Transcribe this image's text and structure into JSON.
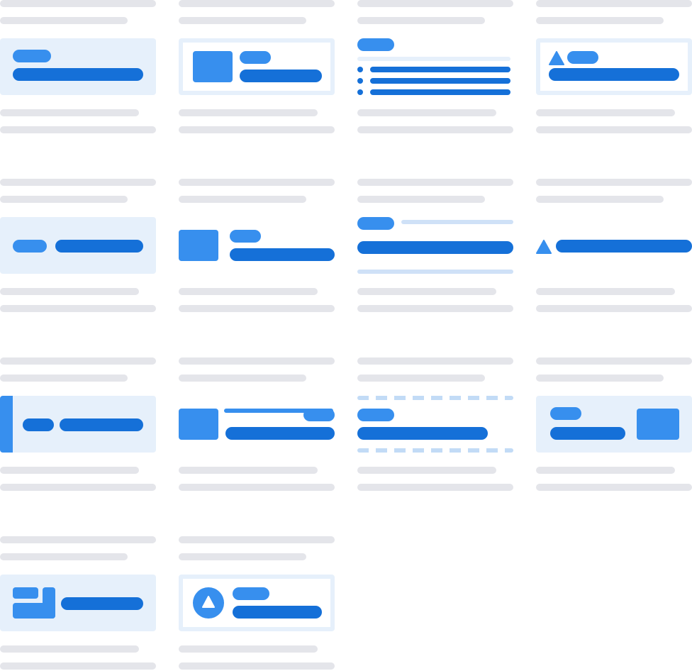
{
  "palette": {
    "card_background": "#e6f0fb",
    "primary_dark": "#1570d8",
    "primary_mid": "#378fee",
    "placeholder_gray": "#e4e5ea",
    "light_line": "#cfe1f7"
  },
  "variants": [
    {
      "name": "callout-tinted"
    },
    {
      "name": "callout-boxed-with-thumbnail"
    },
    {
      "name": "callout-with-bullets"
    },
    {
      "name": "callout-boxed-with-warning-icon"
    },
    {
      "name": "callout-inline-tinted"
    },
    {
      "name": "callout-thumbnail-no-background"
    },
    {
      "name": "callout-divided-lines"
    },
    {
      "name": "callout-warning-inline"
    },
    {
      "name": "callout-left-accent-bar"
    },
    {
      "name": "callout-thumbnail-with-underline-tag"
    },
    {
      "name": "callout-dashed-borders"
    },
    {
      "name": "callout-tinted-with-right-thumbnail"
    },
    {
      "name": "callout-tinted-with-stacked-icon"
    },
    {
      "name": "callout-boxed-with-circle-icon"
    }
  ]
}
